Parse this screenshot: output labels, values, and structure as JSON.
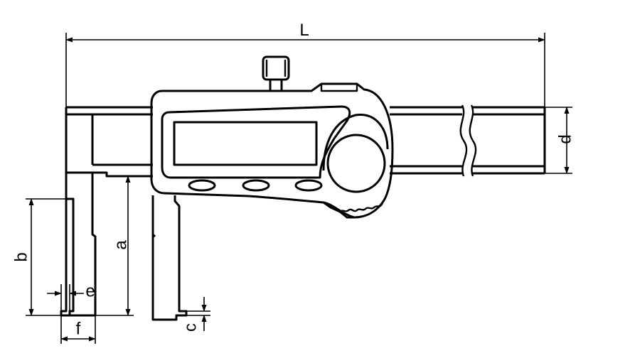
{
  "diagram": {
    "labels": {
      "L": "L",
      "d": "d",
      "a": "a",
      "b": "b",
      "c": "c",
      "e": "e",
      "f": "f"
    }
  }
}
